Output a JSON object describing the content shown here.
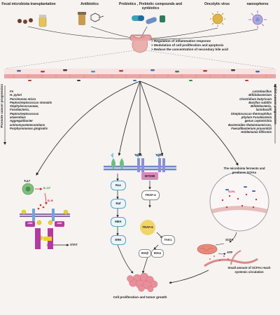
{
  "header": {
    "items": [
      {
        "label": "Fecal microbiota transplantation",
        "icon": "stool-sample-icon"
      },
      {
        "label": "Antibiotics",
        "icon": "pill-bottle-molecule-icon"
      },
      {
        "label": "Probiotics , Prebiotic compounds and synbiotics",
        "icon": "capsule-pills-icon"
      },
      {
        "label": "Oncolytic virus",
        "icon": "virus-icon"
      },
      {
        "label": "nanospheres",
        "icon": "nanosphere-icon"
      }
    ]
  },
  "mechanisms": [
    "> Regulation of inflammation response",
    "> Modulation of cell proliferation and apoptosis",
    "> Reduce the concentration of secondary bile acid"
  ],
  "left_column": {
    "side_label": "Promote cancer progression",
    "bacteria": [
      "Fn",
      "H. pylori",
      "Parvimonas micra",
      "Peptostreptococcus stomatis",
      "Staphylococcaceae,",
      "Fusobacteria,",
      "Peptostreptococcus",
      "anaerobius",
      "Aggregatibacter",
      "actinomycetemcomitans",
      "Porphyromonas gingivalis"
    ]
  },
  "right_column": {
    "side_label": "Inhibit cancer progression",
    "bacteria": [
      "Lactobacillus",
      "Bifidobacterium",
      "Clostridium butyricum",
      "Bacillus subtilis",
      "Bifidobacteria,",
      "lactobacilli",
      "Streptococcus thermophilus",
      "phylum Fusobacteria",
      "genus Leptotrichia",
      "Bacteroides thetaiotaomicron,",
      "Faecalibacterium prausnitzii",
      "Holdemania filiformis"
    ]
  },
  "il_pathway": {
    "th17": "Tₕ17",
    "il17": "IL-17",
    "il6": "IL-6",
    "jak": "JAK",
    "p": "P",
    "stat": "STAT"
  },
  "tlr_pathway": {
    "tlr2": "TLR2",
    "tlr4": "TLR4",
    "myd88": "MYD88",
    "traf4": "TRAF-4",
    "traf6": "TRAF-6",
    "tak1": "TAK1",
    "ikkb": "IKKβ",
    "ikka": "IKKα",
    "ras": "Ras",
    "raf": "Raf",
    "mek": "MEK",
    "erk": "ERK"
  },
  "scfa_panel": {
    "ferment_note": "The microbiota ferments and produces SCFAs",
    "scfa_tag": "SCFA",
    "scfa_label": "SCFA",
    "atp_label": "ATP",
    "systemic_note": "Small amount of SCFAs reach systemic circulation"
  },
  "outcome": "Cell proliferation and tumor growth",
  "colors": {
    "red_arrow": "#d62a2a",
    "black_arrow": "#1e1e1e",
    "jak_purple": "#b43aa0",
    "stat_yellow": "#e9d32a",
    "myd88_pink": "#d98ab8",
    "traf6_yellow": "#f1d567",
    "intestine_pink": "#e9a6a4"
  }
}
